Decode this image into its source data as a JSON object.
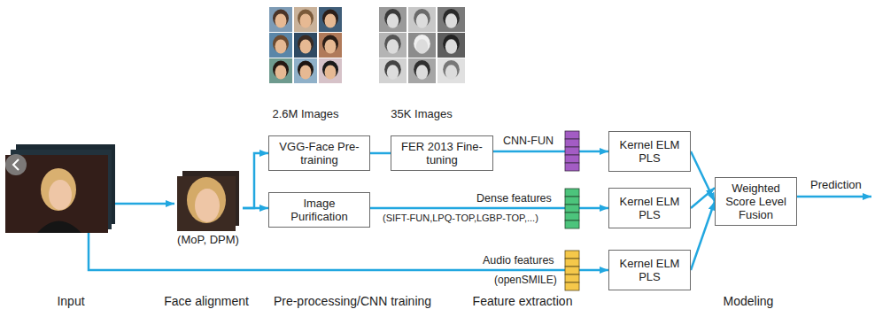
{
  "diagram": {
    "nodes": [
      {
        "text": [
          "(MoP, DPM)"
        ]
      },
      {
        "text": [
          "VGG-Face Pre-training"
        ]
      },
      {
        "text": [
          "FER 2013 Fine-tuning"
        ]
      },
      {
        "text": [
          "Image Purification"
        ]
      },
      {
        "text": [
          "Kernel ELM PLS"
        ]
      },
      {
        "text": [
          "Kernel ELM PLS"
        ]
      },
      {
        "text": [
          "Kernel ELM PLS"
        ]
      },
      {
        "text": [
          "Weighted Score Level Fusion"
        ]
      }
    ],
    "edges": [
      {
        "from": 0,
        "to": 1,
        "arrow": "to"
      },
      {
        "from": 0,
        "to": 3,
        "arrow": "to"
      },
      {
        "from": 1,
        "to": 2,
        "arrow": "none"
      },
      {
        "from": 2,
        "to": 4,
        "label": "CNN-FUN",
        "arrow": "to"
      },
      {
        "from": 3,
        "to": 5,
        "label": "Dense features",
        "arrow": "to"
      },
      {
        "from": 4,
        "to": 7,
        "arrow": "to"
      },
      {
        "from": 5,
        "to": 7,
        "arrow": "to"
      },
      {
        "from": 6,
        "to": 7,
        "arrow": "to"
      }
    ],
    "labels": [
      "2.6M Images",
      "35K Images",
      "(SIFT-FUN,LPQ-TOP,LGBP-TOP,...)",
      "Audio features",
      "(openSMILE)",
      "Prediction",
      "Input",
      "Face alignment",
      "Pre-processing/CNN training",
      "Feature extraction",
      "Modeling"
    ]
  }
}
